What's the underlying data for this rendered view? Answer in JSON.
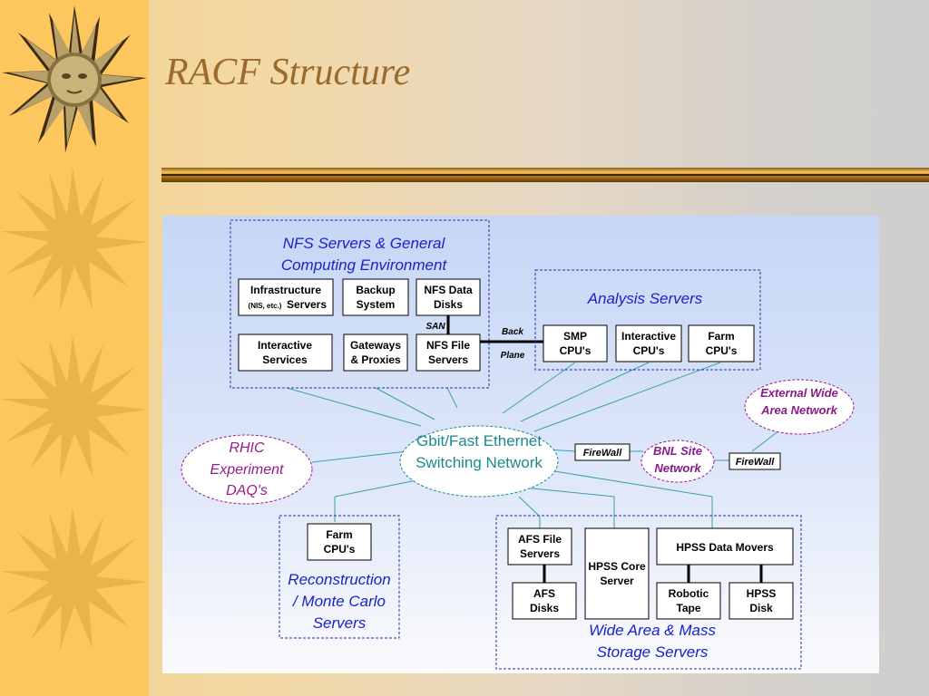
{
  "slide": {
    "title": "RACF Structure"
  },
  "diagram": {
    "nfs_group": {
      "line1": "NFS Servers & General",
      "line2": "Computing Environment"
    },
    "infra": {
      "line1": "Infrastructure",
      "line2_small": "(NIS, etc.)",
      "line2": "Servers"
    },
    "backup": {
      "line1": "Backup",
      "line2": "System"
    },
    "nfs_data": {
      "line1": "NFS Data",
      "line2": "Disks"
    },
    "interactive_services": {
      "line1": "Interactive",
      "line2": "Services"
    },
    "gateways": {
      "line1": "Gateways",
      "line2": "& Proxies"
    },
    "nfs_file": {
      "line1": "NFS File",
      "line2": "Servers"
    },
    "san_label": "SAN",
    "backplane": {
      "line1": "Back",
      "line2": "Plane"
    },
    "analysis_group": {
      "title": "Analysis Servers"
    },
    "smp": {
      "line1": "SMP",
      "line2": "CPU's"
    },
    "interactive_cpus": {
      "line1": "Interactive",
      "line2": "CPU's"
    },
    "farm_cpus": {
      "line1": "Farm",
      "line2": "CPU's"
    },
    "external_wan": {
      "line1": "External Wide",
      "line2": "Area Network"
    },
    "switch": {
      "line1": "Gbit/Fast Ethernet",
      "line2": "Switching Network"
    },
    "firewall1": "FireWall",
    "bnl": {
      "line1": "BNL Site",
      "line2": "Network"
    },
    "firewall2": "FireWall",
    "rhic": {
      "line1": "RHIC",
      "line2": "Experiment",
      "line3": "DAQ's"
    },
    "recon_group": {
      "line1": "Reconstruction",
      "line2": "/ Monte Carlo",
      "line3": "Servers"
    },
    "recon_farm": {
      "line1": "Farm",
      "line2": "CPU's"
    },
    "afs_file": {
      "line1": "AFS File",
      "line2": "Servers"
    },
    "afs_disks": {
      "line1": "AFS",
      "line2": "Disks"
    },
    "hpss_core": {
      "line1": "HPSS Core",
      "line2": "Server"
    },
    "hpss_movers": {
      "label": "HPSS Data Movers"
    },
    "robotic": {
      "line1": "Robotic",
      "line2": "Tape"
    },
    "hpss_disk": {
      "line1": "HPSS",
      "line2": "Disk"
    },
    "storage_group": {
      "line1": "Wide Area & Mass",
      "line2": "Storage Servers"
    }
  }
}
